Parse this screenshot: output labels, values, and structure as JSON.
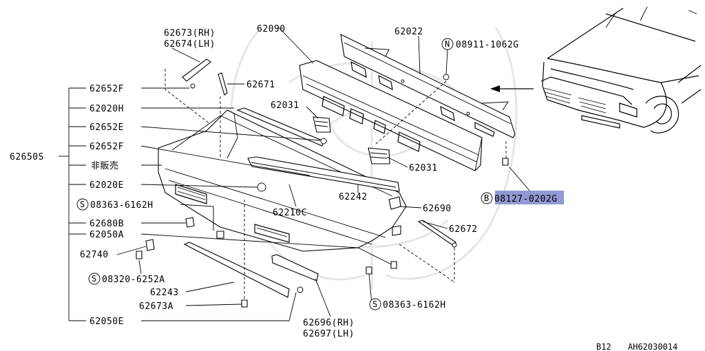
{
  "title": "",
  "labels": {
    "p62673": "62673(RH)",
    "p62674": "62674(LH)",
    "p62090": "62090",
    "p62022": "62022",
    "pN": "N",
    "p08911": "08911-1062G",
    "p62652F_a": "62652F",
    "p62671": "62671",
    "p62020H": "62020H",
    "p62031_a": "62031",
    "p62652E": "62652E",
    "p62652F_b": "62652F",
    "p62650S": "62650S",
    "pHanbai": "非販売",
    "p62031_b": "62031",
    "p62020E": "62020E",
    "p62242": "62242",
    "pS1": "S",
    "p08363_a": "08363-6162H",
    "p62210C": "62210C",
    "pB": "B",
    "p08127": "08127-0202G",
    "p62690": "62690",
    "p62680B": "62680B",
    "p62050A": "62050A",
    "p62672": "62672",
    "p62740": "62740",
    "pS2": "S",
    "p08320": "08320-6252A",
    "p62243": "62243",
    "p62673A": "62673A",
    "pS3": "S",
    "p08363_b": "08363-6162H",
    "p62050E": "62050E",
    "p62696": "62696(RH)",
    "p62697": "62697(LH)",
    "footer_code": "B12",
    "footer_ref": "AH62030014"
  },
  "colors": {
    "highlight": "#7f86c9",
    "ink": "#000000",
    "watermark": "#e6e6e6"
  }
}
